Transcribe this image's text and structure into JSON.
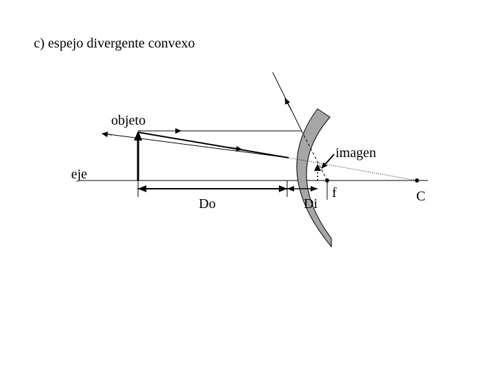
{
  "heading": "c) espejo divergente convexo",
  "labels": {
    "object": "objeto",
    "image": "imagen",
    "axis": "eje",
    "object_distance": "Do",
    "image_distance": "Di",
    "focal_point": "f",
    "center": "C"
  },
  "colors": {
    "mirror_fill": "#a6a6a6",
    "ink": "#000000"
  }
}
